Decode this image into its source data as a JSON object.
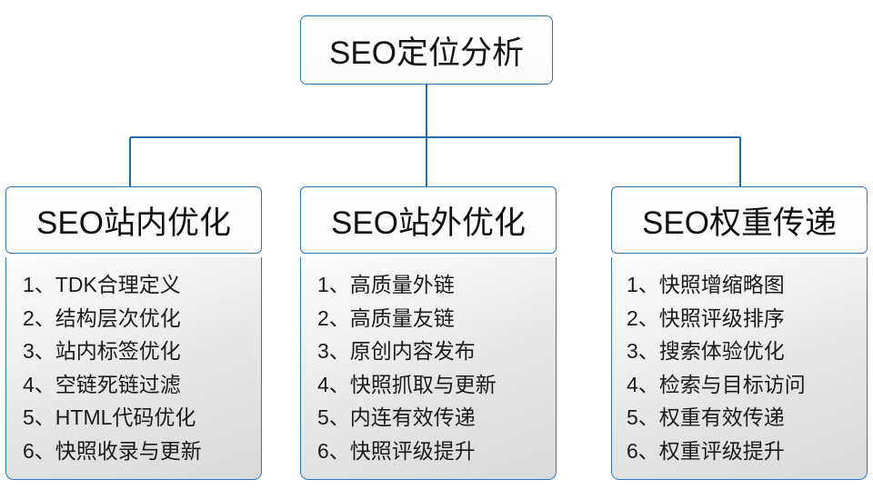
{
  "diagram": {
    "type": "org-tree",
    "accent_color": "#2e78b8",
    "text_color": "#141414",
    "panel_gradient_from": "#fdfdfd",
    "panel_gradient_to": "#dadada",
    "background": "#ffffff"
  },
  "root": {
    "title": "SEO定位分析"
  },
  "columns": [
    {
      "header": "SEO站内优化",
      "items": [
        {
          "index": "1、",
          "text": "TDK合理定义"
        },
        {
          "index": "2、",
          "text": "结构层次优化"
        },
        {
          "index": "3、",
          "text": "站内标签优化"
        },
        {
          "index": "4、",
          "text": "空链死链过滤"
        },
        {
          "index": "5、",
          "text": "HTML代码优化"
        },
        {
          "index": "6、",
          "text": "快照收录与更新"
        }
      ]
    },
    {
      "header": "SEO站外优化",
      "items": [
        {
          "index": "1、",
          "text": "高质量外链"
        },
        {
          "index": "2、",
          "text": "高质量友链"
        },
        {
          "index": "3、",
          "text": "原创内容发布"
        },
        {
          "index": "4、",
          "text": "快照抓取与更新"
        },
        {
          "index": "5、",
          "text": "内连有效传递"
        },
        {
          "index": "6、",
          "text": "快照评级提升"
        }
      ]
    },
    {
      "header": "SEO权重传递",
      "items": [
        {
          "index": "1、",
          "text": "快照增缩略图"
        },
        {
          "index": "2、",
          "text": "快照评级排序"
        },
        {
          "index": "3、",
          "text": "搜索体验优化"
        },
        {
          "index": "4、",
          "text": "检索与目标访问"
        },
        {
          "index": "5、",
          "text": "权重有效传递"
        },
        {
          "index": "6、",
          "text": "权重评级提升"
        }
      ]
    }
  ]
}
